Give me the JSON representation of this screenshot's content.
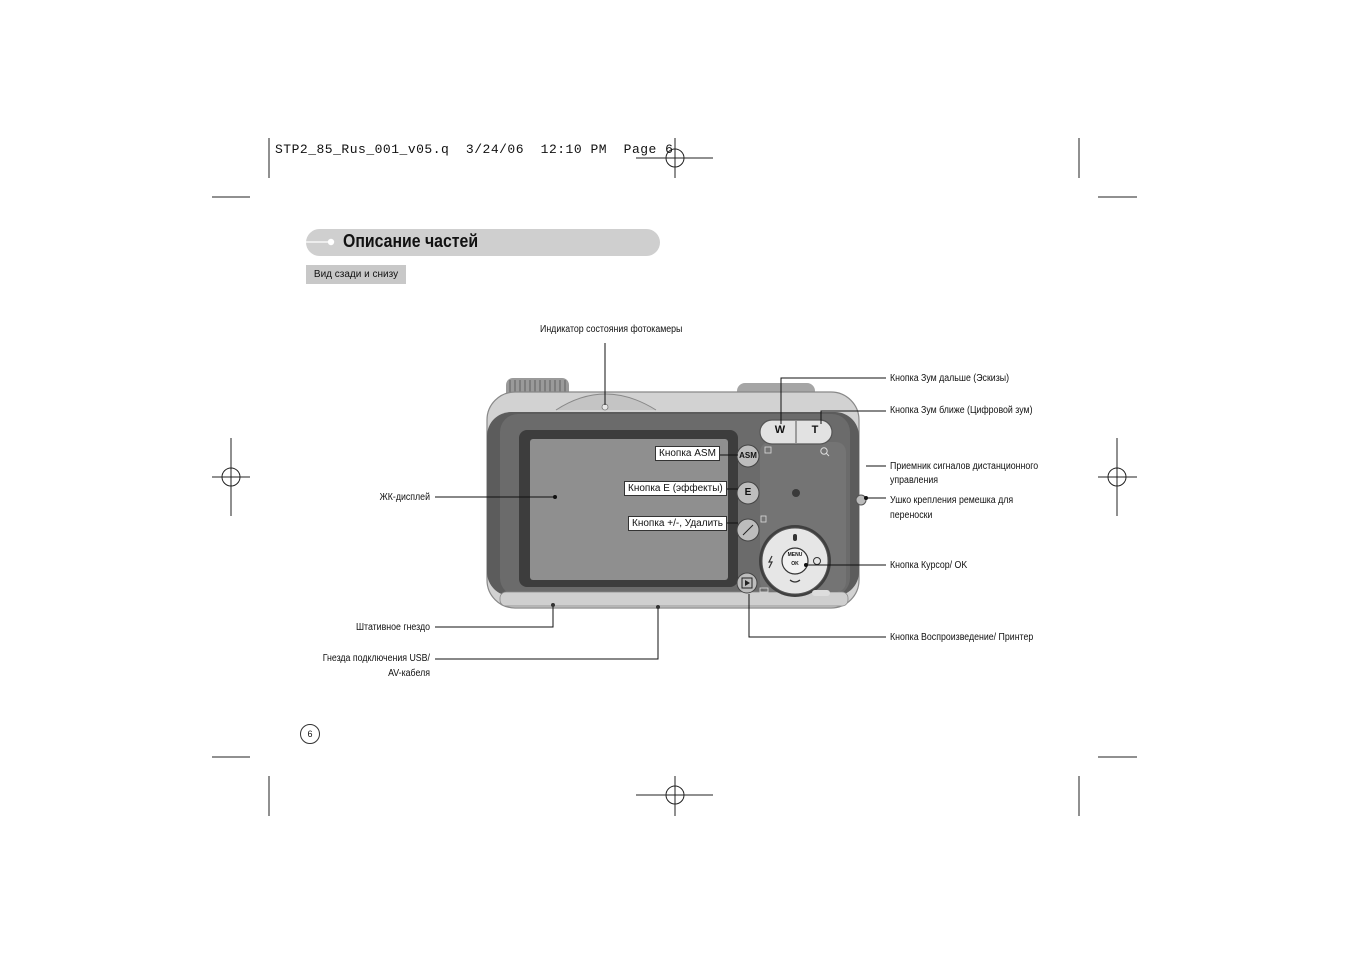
{
  "header": {
    "slug": "STP2_85_Rus_001_v05.q  3/24/06  12:10 PM  Page 6"
  },
  "section": {
    "title": "Описание частей",
    "subtitle": "Вид сзади и снизу"
  },
  "labels": {
    "status_indicator": "Индикатор состояния фотокамеры",
    "zoom_w": "Кнопка Зум дальше (Эскизы)",
    "zoom_t": "Кнопка Зум ближе (Цифровой зум)",
    "remote_1": "Приемник сигналов дистанционного",
    "remote_2": "управления",
    "strap_1": "Ушко крепления ремешка для",
    "strap_2": "переноски",
    "cursor_ok": "Кнопка Курсор/ OK",
    "play_printer": "Кнопка Воспроизведение/ Принтер",
    "lcd": "ЖК-дисплей",
    "tripod": "Штативное гнездо",
    "usb_1": "Гнезда подключения USB/",
    "usb_2": "AV-кабеля",
    "asm": "Кнопка ASM",
    "effects": "Кнопка E (эффекты)",
    "delete": "Кнопка +/-, Удалить"
  },
  "camera": {
    "zoom_w_key": "W",
    "zoom_t_key": "T",
    "asm_key": "ASM",
    "e_key": "E",
    "menu_key": "MENU",
    "ok_key": "OK"
  },
  "footer": {
    "page_number": "6"
  }
}
